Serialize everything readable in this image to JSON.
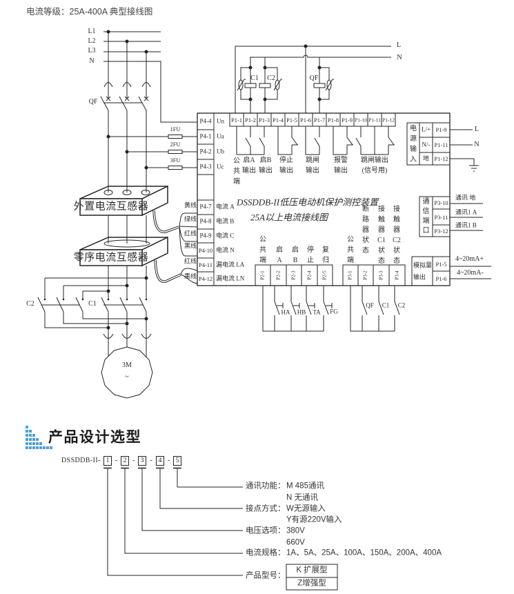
{
  "header": {
    "title": "电流等级：25A-400A 典型接线图"
  },
  "colors": {
    "icon_blue": "#4a9fd8",
    "line": "#222222"
  },
  "wiring": {
    "supply": {
      "lines": [
        "L1",
        "L2",
        "L3",
        "N"
      ],
      "breaker": "QF",
      "fuses": [
        "1FU",
        "2FU",
        "3FU"
      ]
    },
    "transformers": {
      "external": "外置电流互感器",
      "zero_sequence": "零序电流互感器"
    },
    "contactors": {
      "forward": "C1",
      "reverse": "C2"
    },
    "motor": {
      "label": "3M",
      "symbol": "~"
    },
    "control_bus": {
      "line": "L",
      "neutral": "N"
    },
    "coils": [
      "C1",
      "C2",
      "QF"
    ],
    "device": {
      "title": "DSSDDB-II低压电动机保护测控装置",
      "subtitle": "25A以上电流接线图",
      "voltage_inputs": [
        {
          "terminal": "P4-4",
          "signal": "Un"
        },
        {
          "terminal": "P4-1",
          "signal": "Ua"
        },
        {
          "terminal": "P4-2",
          "signal": "Ub"
        },
        {
          "terminal": "P4-3",
          "signal": "Uc"
        }
      ],
      "current_inputs": [
        {
          "wire": "黄线",
          "terminal": "P4-7",
          "signal": "电流 A"
        },
        {
          "wire": "绿线",
          "terminal": "P4-8",
          "signal": "电流 B"
        },
        {
          "wire": "红线",
          "terminal": "P4-9",
          "signal": "电流 C"
        },
        {
          "wire": "黑线",
          "terminal": "P4-10",
          "signal": "电流 N"
        },
        {
          "wire": "红线",
          "terminal": "P4-11",
          "signal": "漏电流 LA"
        },
        {
          "wire": "黑线",
          "terminal": "P4-12",
          "signal": "漏电流 LN"
        }
      ],
      "relay_terminals": [
        "P1-1",
        "P1-2",
        "P1-3",
        "P1-4",
        "P1-5",
        "P1-6",
        "P1-7",
        "P1-8",
        "P1-9",
        "P1-10",
        "P1-11",
        "P1-12"
      ],
      "relay_common": "公共端",
      "relay_outputs": [
        {
          "line1": "启A",
          "line2": "输出"
        },
        {
          "line1": "启B",
          "line2": "输出"
        },
        {
          "line1": "停止",
          "line2": "输出"
        },
        {
          "line1": "跳闸",
          "line2": "输出"
        },
        {
          "line1": "报警",
          "line2": "输出"
        },
        {
          "line1": "跳闸输出",
          "line2": "(信号用)"
        }
      ],
      "power_input": {
        "label": "电源输入",
        "pins": [
          {
            "pin": "L/+",
            "terminal": "P1-9",
            "wire": "L"
          },
          {
            "pin": "N/-",
            "terminal": "P1-11",
            "wire": "N"
          },
          {
            "pin": "地",
            "terminal": "P1-12"
          }
        ]
      },
      "comm_port": {
        "label": "通信端口",
        "pins": [
          {
            "terminal": "P3-10",
            "signal": "通讯 地"
          },
          {
            "terminal": "P3-11",
            "signal": "通讯1 A"
          },
          {
            "terminal": "P3-12",
            "signal": "通讯1 B"
          }
        ]
      },
      "analog_output": {
        "label_line1": "模拟量",
        "label_line2": "输出",
        "pins": [
          {
            "terminal": "P1-5",
            "signal": "4~20mA+"
          },
          {
            "terminal": "P1-6",
            "signal": "4~20mA-"
          }
        ]
      },
      "control_inputs": {
        "labels": [
          "公共端",
          "启A",
          "启B",
          "停止",
          "复归"
        ],
        "terminals": [
          "P2-1",
          "P2-2",
          "P2-3",
          "P2-4",
          "P2-5"
        ],
        "switches": [
          "HA",
          "HB",
          "TA",
          "FG"
        ]
      },
      "status_inputs": {
        "labels": [
          "公共端",
          "断路器状态",
          "接触器C1状态",
          "接触器C2状态"
        ],
        "terminals": [
          "P3-1",
          "P3-2",
          "P3-3",
          "P3-4"
        ],
        "switches": [
          "QF",
          "C1",
          "C2"
        ]
      }
    }
  },
  "selection": {
    "heading": "产品设计选型",
    "model_prefix": "DSSDDB-II-",
    "slots": [
      "1",
      "2",
      "3",
      "4",
      "5"
    ],
    "separator": "-",
    "options": [
      {
        "label": "通讯功能：",
        "values": [
          "M 485通讯",
          "N 无通讯"
        ]
      },
      {
        "label": "接点方式：",
        "values": [
          "W无源输入",
          "Y有源220V输入"
        ]
      },
      {
        "label": "电压选项：",
        "values": [
          "380V",
          "660V"
        ]
      },
      {
        "label": "电流规格：",
        "values": [
          "1A、5A、25A、100A、150A、200A、400A"
        ]
      },
      {
        "label": "产品型号：",
        "values": [
          "K 扩展型",
          "Z增强型"
        ]
      }
    ]
  }
}
